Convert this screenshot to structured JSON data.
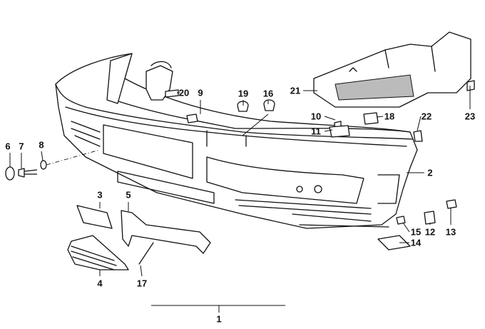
{
  "diagram": {
    "title": "Front bumper assembly parts diagram",
    "part_numbers": [
      "1",
      "2",
      "3",
      "4",
      "5",
      "6",
      "7",
      "8",
      "9",
      "10",
      "11",
      "12",
      "13",
      "14",
      "15",
      "16",
      "17",
      "18",
      "19",
      "20",
      "21",
      "22",
      "23"
    ]
  }
}
